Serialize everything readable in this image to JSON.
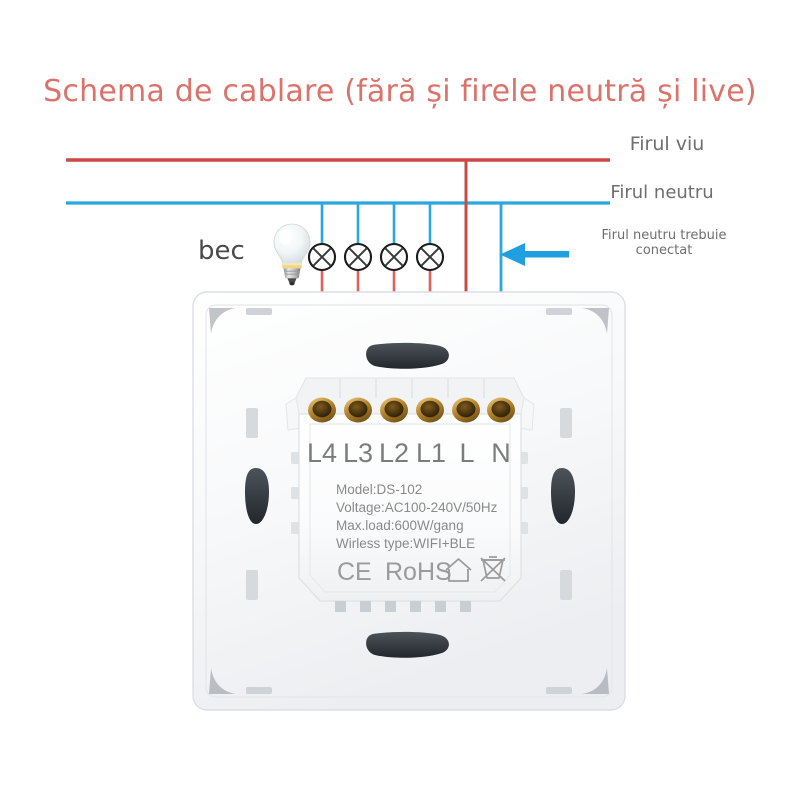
{
  "title": "Schema de cablare (fără și firele neutră și live)",
  "labels": {
    "bulb": "bec",
    "live_wire": "Firul viu",
    "neutral_wire": "Firul neutru",
    "neutral_note": "Firul neutru trebuie conectat"
  },
  "colors": {
    "title": "#d9736b",
    "live": "#c94a43",
    "neutral": "#29a8e0",
    "arrow": "#1f9fe0",
    "terminal_brass": "#b08334",
    "faceplate": "#f4f5f7",
    "module_body": "#fbfbfc",
    "text_grey": "#6e6e6e"
  },
  "terminals": [
    {
      "label": "L4",
      "wire": "live"
    },
    {
      "label": "L3",
      "wire": "live"
    },
    {
      "label": "L2",
      "wire": "live"
    },
    {
      "label": "L1",
      "wire": "live"
    },
    {
      "label": "L",
      "wire": "live"
    },
    {
      "label": "N",
      "wire": "neutral"
    }
  ],
  "module": {
    "specs": [
      "Model:DS-102",
      "Voltage:AC100-240V/50Hz",
      "Max.load:600W/gang",
      "Wirless type:WIFI+BLE"
    ],
    "certifications": [
      "CE",
      "RoHS",
      "house-icon",
      "weee-bin-icon"
    ],
    "cert_text": {
      "ce": "CE",
      "rohs": "RoHS"
    }
  },
  "lamps": [
    {
      "name": "lamp-1"
    },
    {
      "name": "lamp-2"
    },
    {
      "name": "lamp-3"
    },
    {
      "name": "lamp-4"
    }
  ],
  "icons": {
    "arrow": "arrow-left-icon",
    "bulb": "light-bulb-icon",
    "lamp": "lamp-cross-circle-icon",
    "house": "house-icon",
    "weee": "crossed-out-bin-icon"
  }
}
